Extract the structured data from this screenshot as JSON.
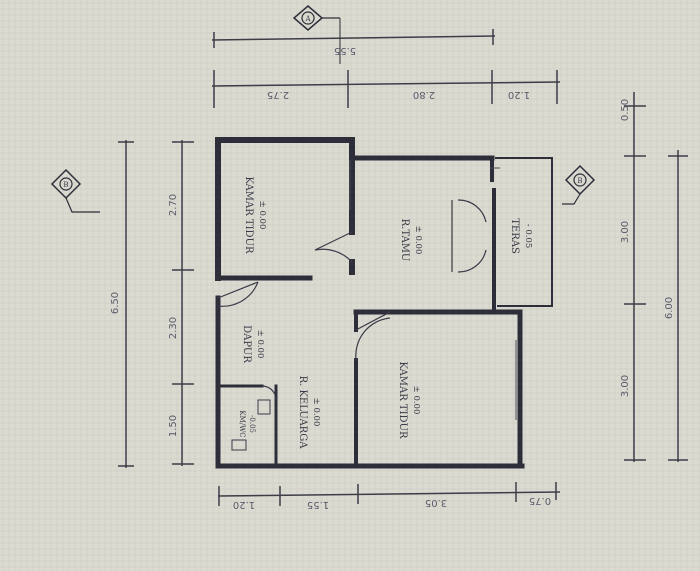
{
  "dimensions": {
    "top_total": "5.55",
    "top_segments": [
      "2.75",
      "2.80",
      "1.20"
    ],
    "bottom_segments": [
      "1.20",
      "1.55",
      "3.05",
      "0.75"
    ],
    "left_total": "6.50",
    "left_segments": [
      "2.70",
      "2.30",
      "1.50"
    ],
    "right_total": "6.00",
    "right_segments": [
      "0.50",
      "3.00",
      "3.00"
    ]
  },
  "rooms": {
    "bedroom_top": {
      "name": "KAMAR TIDUR",
      "level": "± 0.00"
    },
    "living": {
      "name": "R.TAMU",
      "level": "± 0.00"
    },
    "terrace": {
      "name": "TERAS",
      "level": "- 0.05"
    },
    "kitchen": {
      "name": "DAPUR",
      "level": "± 0.00"
    },
    "family": {
      "name": "R. KELUARGA",
      "level": "± 0.00"
    },
    "bedroom_bottom": {
      "name": "KAMAR TIDUR",
      "level": "± 0.00"
    },
    "bathroom": {
      "name": "KM/WC",
      "level": "-0.05"
    }
  },
  "section_markers": [
    "A",
    "B",
    "B"
  ]
}
